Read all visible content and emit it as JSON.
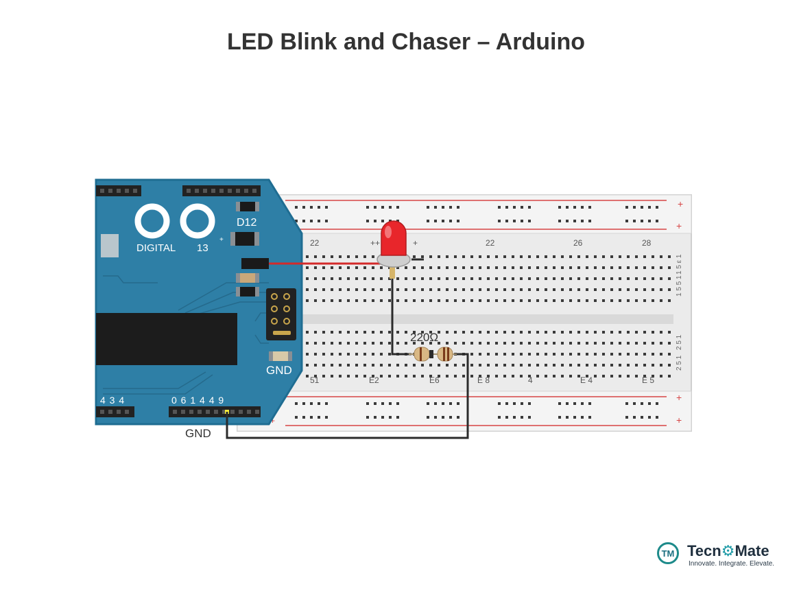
{
  "title": "LED Blink and Chaser – Arduino",
  "arduino": {
    "logo_plus_left": "+",
    "logo_plus_right": "+",
    "label_digital": "DIGITAL",
    "label_13": "13",
    "label_d12": "D12",
    "label_gnd_board": "GND",
    "header_numbers_left": "4 3 4",
    "header_numbers_right": "0 6 1 4 4 9",
    "label_gnd_bottom": "GND",
    "small_plus": "+"
  },
  "breadboard": {
    "top_rail_plus_1": "+",
    "top_rail_plus_2": "+",
    "bottom_rail_plus_1": "+",
    "bottom_rail_plus_2": "+",
    "bottom_rail_plus_left": "+",
    "top_col_labels": [
      "22",
      "++",
      "+",
      "22",
      "26",
      "28"
    ],
    "bottom_col_labels": [
      "51",
      "E2",
      "E6",
      "E 8",
      "4",
      "E 4",
      "E 5"
    ],
    "row_labels_top": [
      "1 5 ε 1",
      "1 5 5 1"
    ],
    "row_labels_bottom": [
      "2 5 1",
      "2 5 1"
    ]
  },
  "resistor": {
    "label": "220Ω"
  },
  "colors": {
    "board_blue": "#2e7fa6",
    "board_edge": "#1f6d92",
    "wire_red": "#d42a2a",
    "wire_black": "#2b2b2b",
    "led_red": "#e8262b",
    "rail_red": "#d64545"
  },
  "brand": {
    "mark": "TM",
    "name_left": "Tecn",
    "name_gear": "⚙",
    "name_right": "Mate",
    "tagline": "Innovate. Integrate. Elevate."
  }
}
